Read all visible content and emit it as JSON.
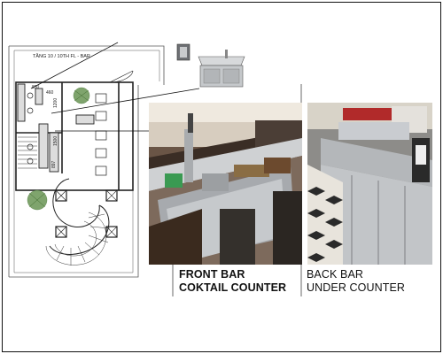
{
  "floor_plan": {
    "level_label": "TẦNG 10 / 10TH FL - BAR",
    "dimensions": [
      "830",
      "460",
      "1200",
      "1500",
      "897"
    ]
  },
  "captions": {
    "front_bar": [
      "FRONT BAR",
      "COKTAIL COUNTER"
    ],
    "back_bar": [
      "BACK BAR",
      "UNDER COUNTER"
    ]
  },
  "colors": {
    "line": "#222222",
    "steel": "#b8bcbf",
    "wood": "#8a5a33",
    "tile_dark": "#2a2a2a",
    "tile_light": "#e8e4dc"
  }
}
